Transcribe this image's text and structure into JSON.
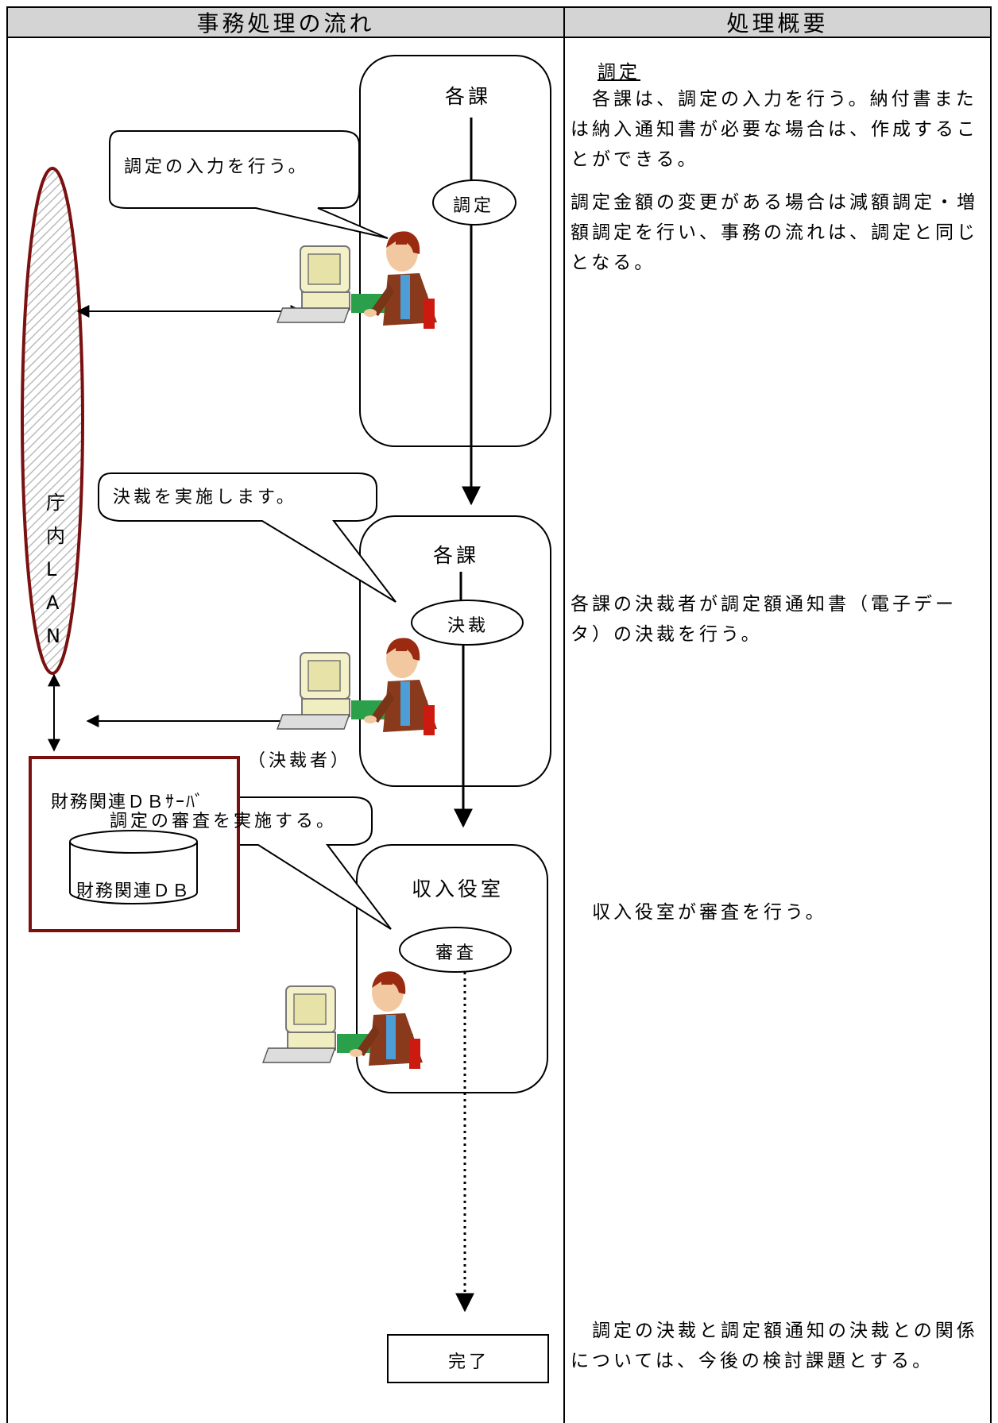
{
  "header": {
    "left_title": "事務処理の流れ",
    "right_title": "処理概要"
  },
  "flow": {
    "lan_label": [
      "庁",
      "内",
      "L",
      "A",
      "N"
    ],
    "lanes": [
      {
        "title": "各課",
        "step": "調定",
        "bubble": "調定の入力を行う。"
      },
      {
        "title": "各課",
        "step": "決裁",
        "bubble": "決裁を実施します。",
        "actor": "（決裁者）"
      },
      {
        "title": "収入役室",
        "step": "審査",
        "bubble": "調定の審査を実施する。"
      }
    ],
    "db_server": {
      "title": "財務関連ＤＢｻｰﾊﾞ",
      "db": "財務関連ＤＢ"
    },
    "end_label": "完了"
  },
  "descriptions": {
    "d1_heading": "調定",
    "d1_body": "　各課は、調定の入力を行う。納付書または納入通知書が必要な場合は、作成することができる。",
    "d2_body": "調定金額の変更がある場合は減額調定・増額調定を行い、事務の流れは、調定と同じとなる。",
    "d3_body": "各課の決裁者が調定額通知書（電子データ）の決裁を行う。",
    "d4_body": "　収入役室が審査を行う。",
    "d5_body": "　調定の決裁と調定額通知の決裁との関係については、今後の検討課題とする。"
  },
  "colors": {
    "lan_border": "#7a1010",
    "db_border": "#7a1010",
    "header_bg": "#d4d4d4"
  }
}
